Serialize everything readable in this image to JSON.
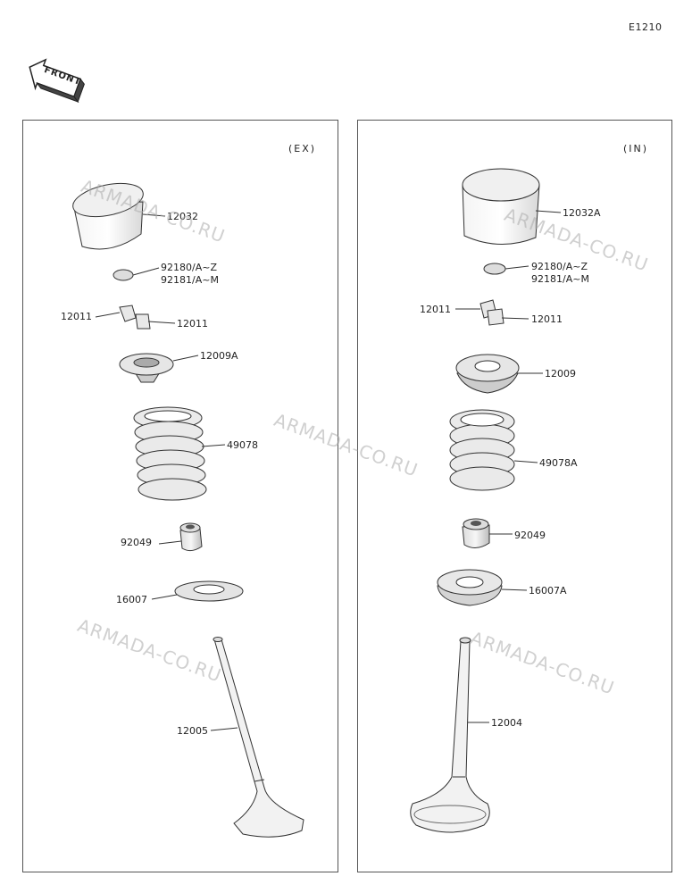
{
  "diagram_code": "E1210",
  "front_badge": "FRONT",
  "watermark": "ARMADA-CO.RU",
  "exhaust": {
    "tag": "(EX)",
    "labels": {
      "tappet": "12032",
      "shim_a": "92180/A~Z",
      "shim_b": "92181/A~M",
      "cotter_left": "12011",
      "cotter_right": "12011",
      "retainer": "12009A",
      "spring": "49078",
      "stem_seal": "92049",
      "spring_seat": "16007",
      "valve": "12005"
    }
  },
  "intake": {
    "tag": "(IN)",
    "labels": {
      "tappet": "12032A",
      "shim_a": "92180/A~Z",
      "shim_b": "92181/A~M",
      "cotter_left": "12011",
      "cotter_right": "12011",
      "retainer": "12009",
      "spring": "49078A",
      "stem_seal": "92049",
      "spring_seat": "16007A",
      "valve": "12004"
    }
  }
}
